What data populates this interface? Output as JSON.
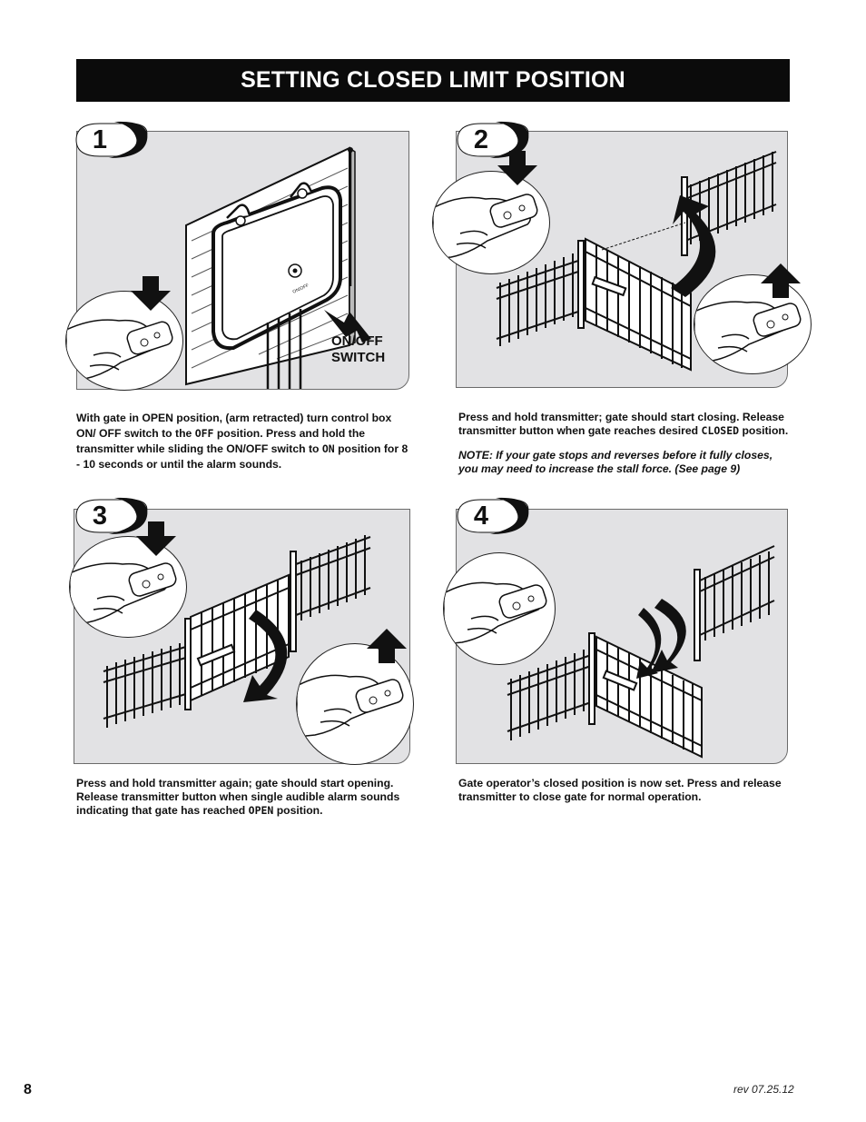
{
  "title": "SETTING CLOSED LIMIT POSITION",
  "steps": [
    {
      "number": "1",
      "callout": "ON/OFF SWITCH",
      "callout_line1": "ON/OFF",
      "callout_line2": "SWITCH",
      "box_label": "ON/OFF",
      "caption_parts": [
        "With gate in OPEN position, (arm retracted) turn control box ON/ OFF switch to the ",
        "OFF",
        " position. Press and hold the transmitter while sliding the ON/OFF switch to ",
        "ON",
        " position for 8 - 10 seconds or until the alarm sounds."
      ]
    },
    {
      "number": "2",
      "caption_parts": [
        "Press and hold transmitter; gate should start closing. Release transmitter button when gate reaches desired ",
        "CLOSED",
        " position."
      ],
      "note": "NOTE: If your gate stops and reverses before it fully closes, you may need to increase the stall force. (See page 9)"
    },
    {
      "number": "3",
      "caption_parts": [
        "Press and hold transmitter again; gate should start opening. Release transmitter button when single audible alarm sounds indicating that gate has reached ",
        "OPEN",
        " position."
      ]
    },
    {
      "number": "4",
      "caption": "Gate operator’s closed position is now set. Press and release transmitter to close gate for normal operation."
    }
  ],
  "footer": {
    "page_number": "8",
    "revision": "rev 07.25.12"
  }
}
